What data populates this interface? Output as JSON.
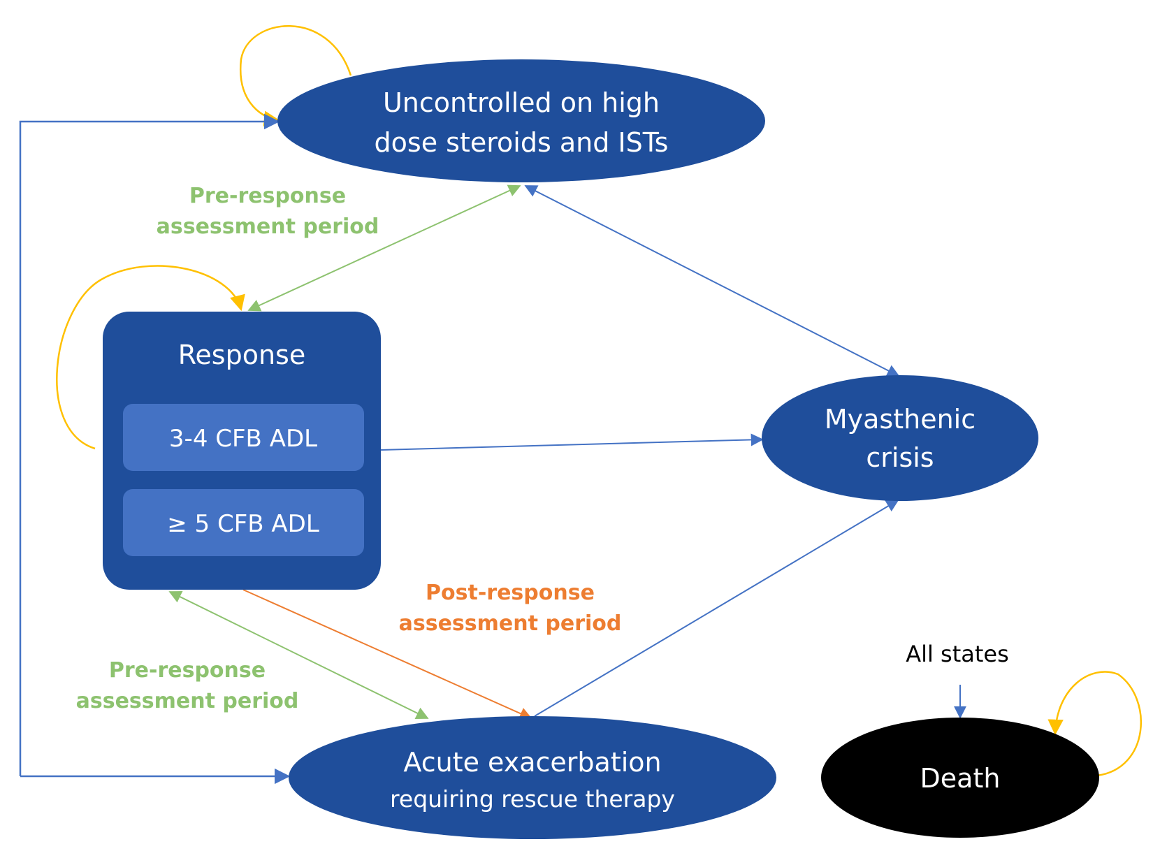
{
  "nodes": {
    "uncontrolled": {
      "line1": "Uncontrolled on high",
      "line2": "dose steroids and ISTs"
    },
    "response": {
      "title": "Response",
      "sub1": "3-4 CFB ADL",
      "sub2": "≥ 5 CFB ADL"
    },
    "myasthenic": {
      "line1": "Myasthenic",
      "line2": "crisis"
    },
    "acute": {
      "line1": "Acute exacerbation",
      "line2": "requiring rescue therapy"
    },
    "death": {
      "label": "Death"
    }
  },
  "labels": {
    "pre_response_top": {
      "line1": "Pre-response",
      "line2": "assessment period"
    },
    "pre_response_bottom": {
      "line1": "Pre-response",
      "line2": "assessment period"
    },
    "post_response": {
      "line1": "Post-response",
      "line2": "assessment period"
    },
    "all_states": "All states"
  },
  "colors": {
    "node_fill": "#1f4e9b",
    "sub_box_fill": "#4472c4",
    "death_fill": "#000000",
    "blue_arrow": "#4472c4",
    "green_arrow": "#8dc26f",
    "orange_arrow": "#ed7d31",
    "yellow_loop": "#ffc000",
    "green_text": "#8dc26f",
    "orange_text": "#ed7d31"
  }
}
